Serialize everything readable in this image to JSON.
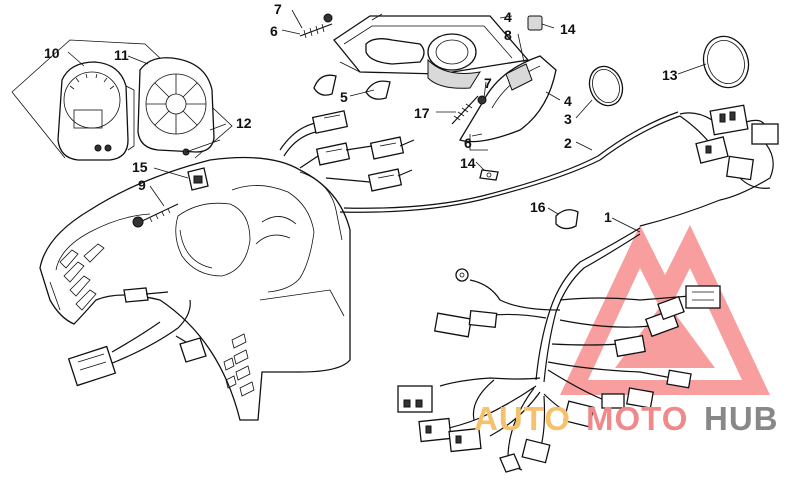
{
  "callouts": {
    "c1": "1",
    "c2": "2",
    "c3": "3",
    "c4a": "4",
    "c4b": "4",
    "c5": "5",
    "c6a": "6",
    "c6b": "6",
    "c7a": "7",
    "c7b": "7",
    "c8": "8",
    "c9": "9",
    "c10": "10",
    "c11": "11",
    "c12": "12",
    "c13": "13",
    "c14a": "14",
    "c14b": "14",
    "c15": "15",
    "c16": "16",
    "c17": "17"
  },
  "watermark": {
    "text_auto": "AUTO",
    "text_moto": "MOTO",
    "text_hub": "HUB",
    "color_auto": "#f5c26b",
    "color_moto": "#f08a8a",
    "color_hub": "#888888",
    "triangle_color": "#f25c5c"
  }
}
